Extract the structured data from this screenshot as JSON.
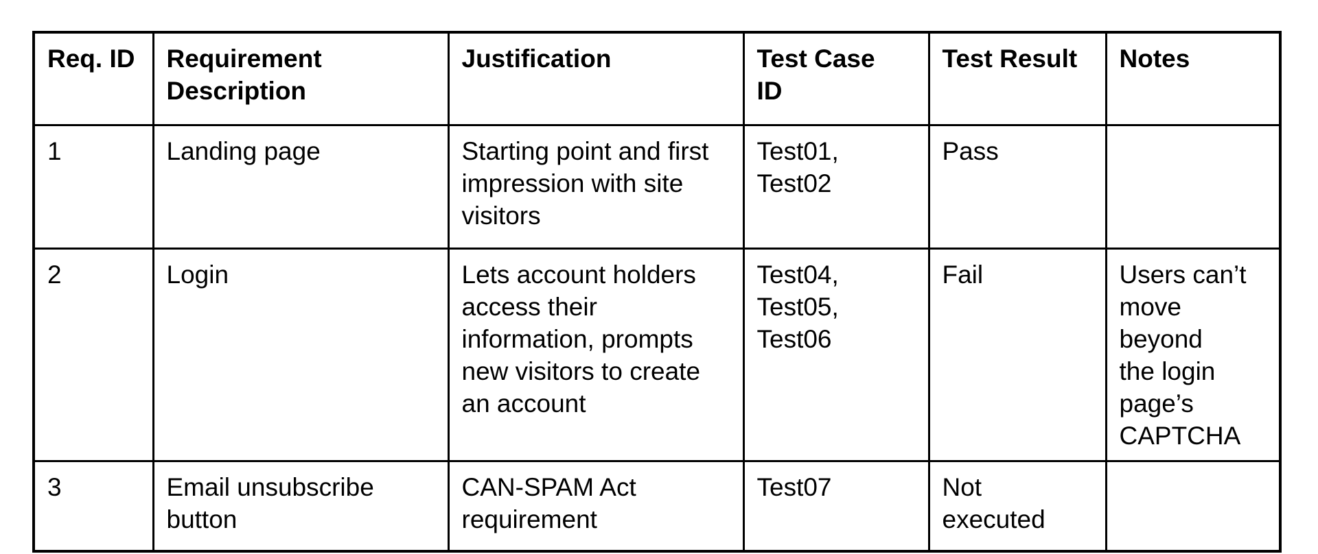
{
  "page": {
    "background_color": "#ffffff",
    "text_color": "#000000",
    "border_color": "#000000"
  },
  "table": {
    "title": "requirements-traceability-matrix",
    "headers": [
      "Req. ID",
      "Requirement\nDescription",
      "Justification",
      "Test Case\nID",
      "Test Result",
      "Notes"
    ],
    "rows": [
      [
        "1",
        "Landing page",
        "Starting point and first\nimpression with site\nvisitors",
        "Test01,\nTest02",
        "Pass",
        ""
      ],
      [
        "2",
        "Login",
        "Lets account holders\naccess their\ninformation, prompts\nnew visitors to create\nan account",
        "Test04,\nTest05,\nTest06",
        "Fail",
        "Users can’t\nmove beyond\nthe login\npage’s\nCAPTCHA"
      ],
      [
        "3",
        "Email unsubscribe\nbutton",
        "CAN-SPAM Act\nrequirement",
        "Test07",
        "Not\nexecuted",
        ""
      ]
    ]
  }
}
